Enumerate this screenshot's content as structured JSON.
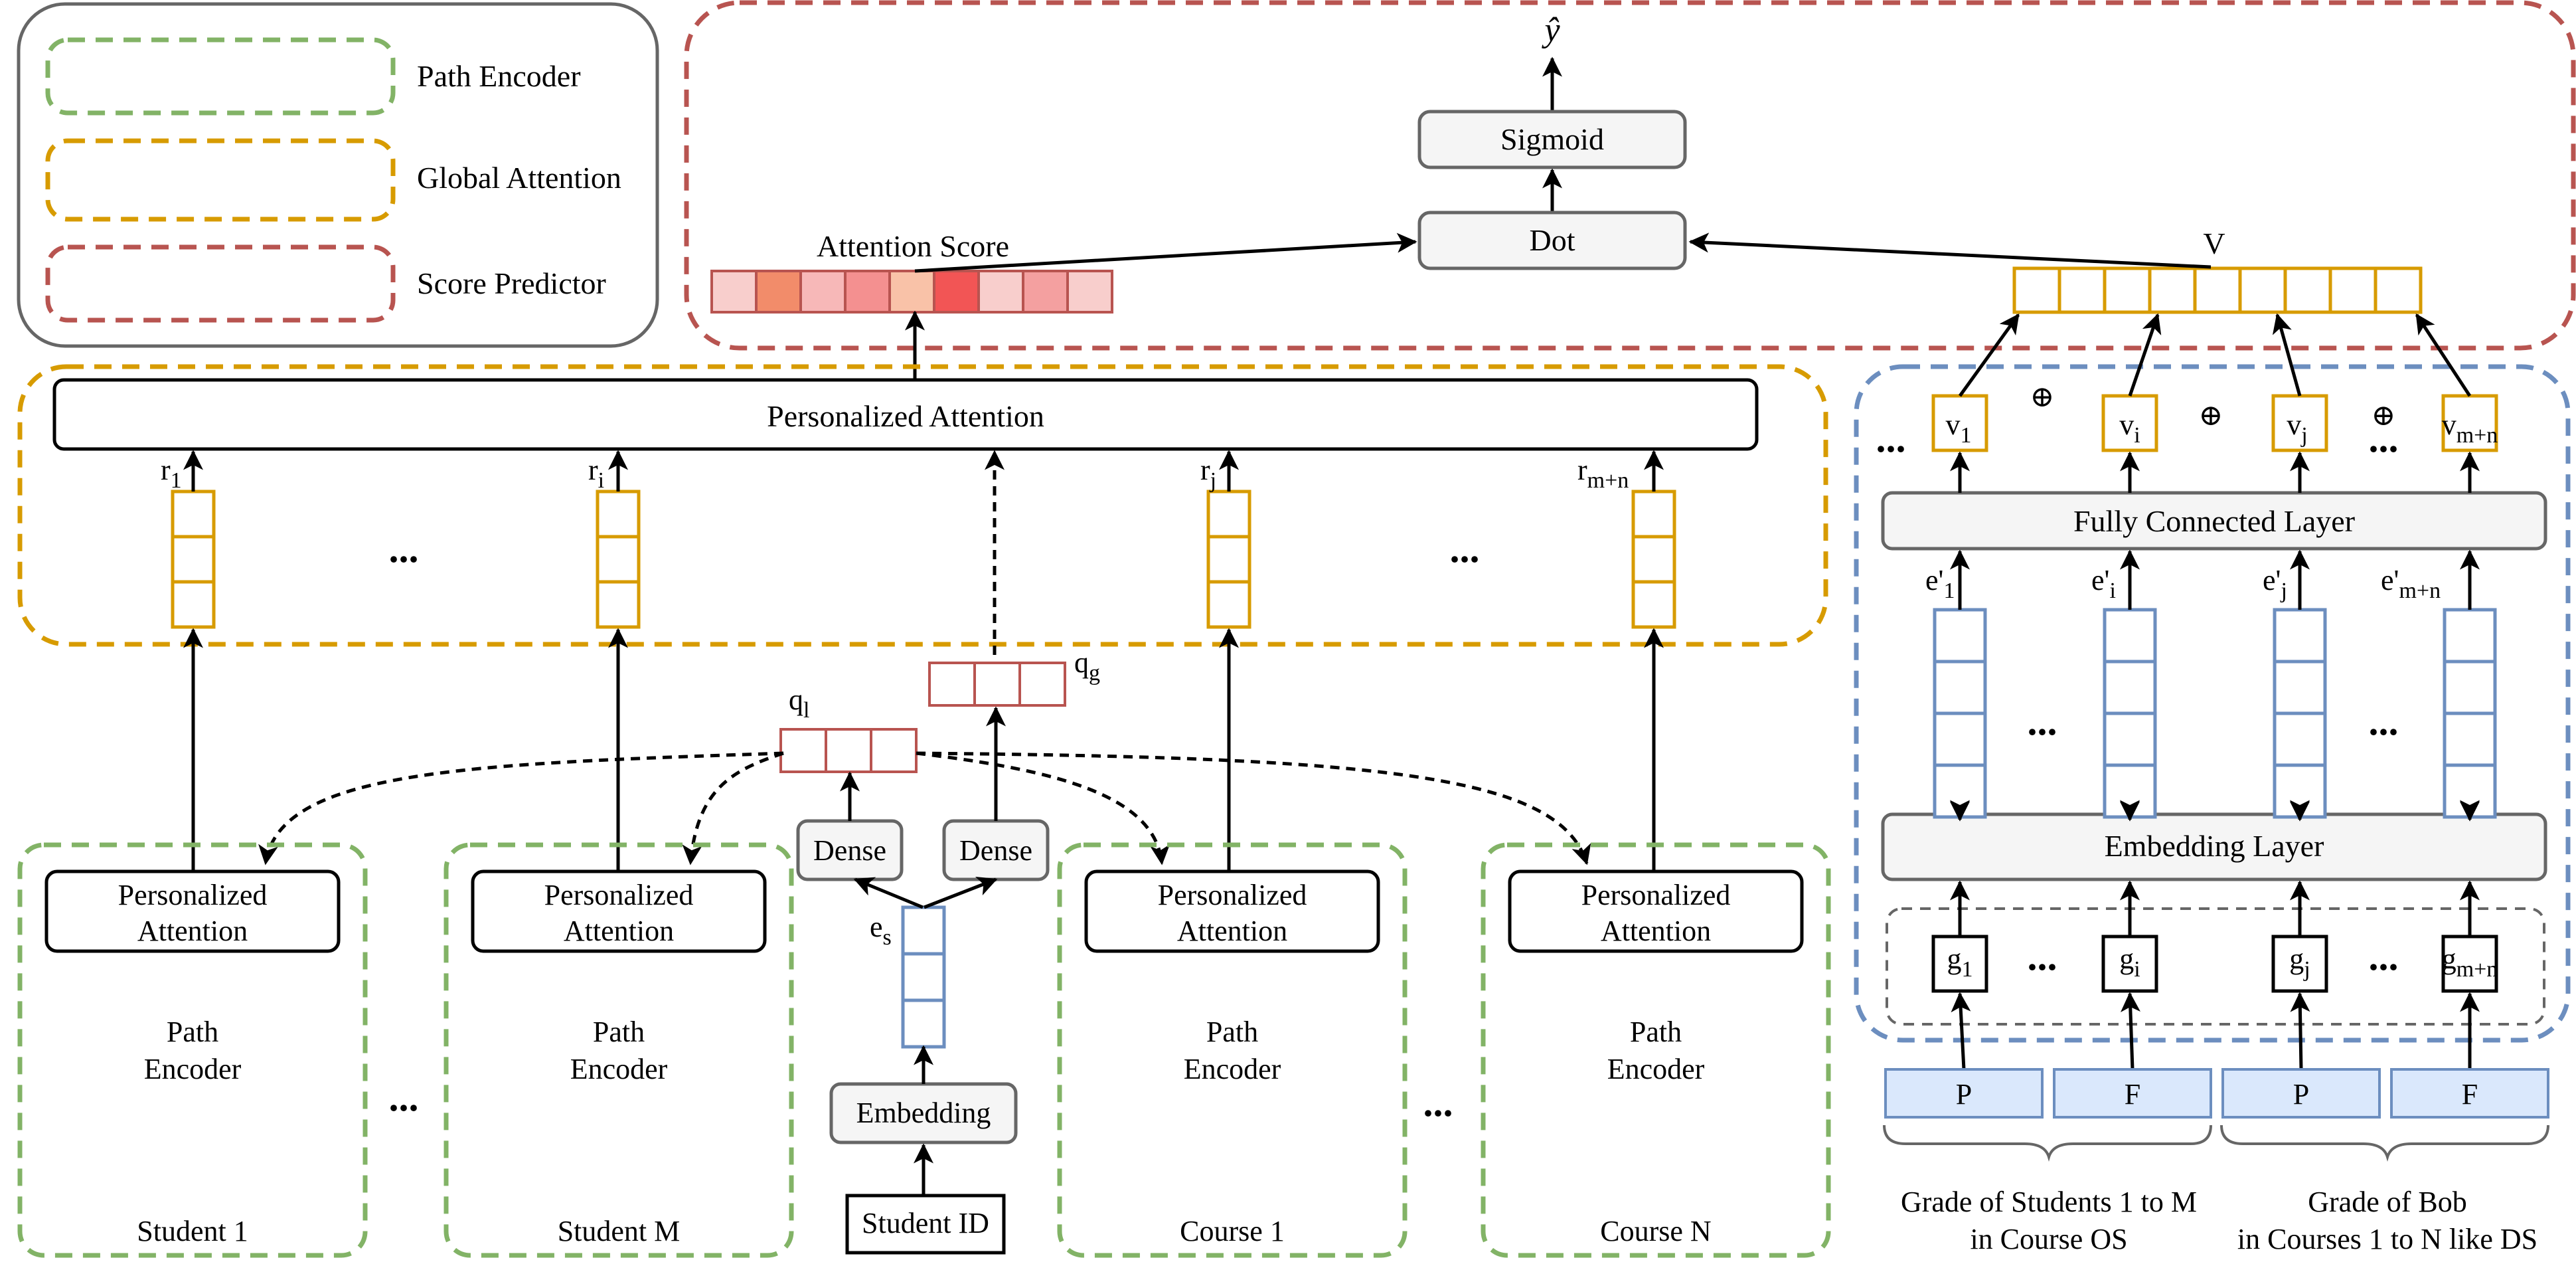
{
  "legend": {
    "path_encoder": "Path Encoder",
    "global_attention": "Global Attention",
    "score_predictor": "Score Predictor",
    "colors": {
      "path_encoder": "#82b366",
      "global_attention": "#d79b00",
      "score_predictor": "#b85450",
      "embedding_panel": "#6c8ebf"
    }
  },
  "score_predictor": {
    "y_hat": "ŷ",
    "sigmoid": "Sigmoid",
    "dot": "Dot",
    "attention_score": "Attention Score",
    "v_label": "V",
    "attention_colors": [
      "#f8cecc",
      "#f28c6a",
      "#f7b8b8",
      "#f49090",
      "#f9c2a8",
      "#f25555",
      "#f8cecc",
      "#f4a0a0",
      "#f8cecc"
    ]
  },
  "global_attention": {
    "personalized_attention": "Personalized Attention",
    "r_labels": [
      {
        "base": "r",
        "sub": "1"
      },
      {
        "base": "r",
        "sub": "i"
      },
      {
        "base": "r",
        "sub": "j"
      },
      {
        "base": "r",
        "sub": "m+n"
      }
    ],
    "ellipsis": "..."
  },
  "queries": {
    "q_g": {
      "base": "q",
      "sub": "g"
    },
    "q_l": {
      "base": "q",
      "sub": "l"
    },
    "dense": "Dense",
    "e_s": {
      "base": "e",
      "sub": "s"
    },
    "embedding": "Embedding",
    "student_id": "Student ID"
  },
  "path_encoders": [
    {
      "attention": [
        "Personalized",
        "Attention"
      ],
      "body": [
        "Path",
        "Encoder"
      ],
      "caption": "Student 1"
    },
    {
      "attention": [
        "Personalized",
        "Attention"
      ],
      "body": [
        "Path",
        "Encoder"
      ],
      "caption": "Student M"
    },
    {
      "attention": [
        "Personalized",
        "Attention"
      ],
      "body": [
        "Path",
        "Encoder"
      ],
      "caption": "Course 1"
    },
    {
      "attention": [
        "Personalized",
        "Attention"
      ],
      "body": [
        "Path",
        "Encoder"
      ],
      "caption": "Course N"
    }
  ],
  "right_panel": {
    "oplus": "⊕",
    "v_labels": [
      {
        "base": "v",
        "sub": "1"
      },
      {
        "base": "v",
        "sub": "i"
      },
      {
        "base": "v",
        "sub": "j"
      },
      {
        "base": "v",
        "sub": "m+n"
      }
    ],
    "fully_connected": "Fully Connected Layer",
    "e_labels": [
      {
        "base": "e'",
        "sub": "1"
      },
      {
        "base": "e'",
        "sub": "i"
      },
      {
        "base": "e'",
        "sub": "j"
      },
      {
        "base": "e'",
        "sub": "m+n"
      }
    ],
    "embedding_layer": "Embedding Layer",
    "g_labels": [
      {
        "base": "g",
        "sub": "1"
      },
      {
        "base": "g",
        "sub": "i"
      },
      {
        "base": "g",
        "sub": "j"
      },
      {
        "base": "g",
        "sub": "m+n"
      }
    ],
    "grades": [
      "P",
      "F",
      "P",
      "F"
    ],
    "caption_left": [
      "Grade of  Students 1 to M",
      "in Course OS"
    ],
    "caption_right": [
      "Grade of Bob",
      "in Courses 1 to N like DS"
    ]
  }
}
